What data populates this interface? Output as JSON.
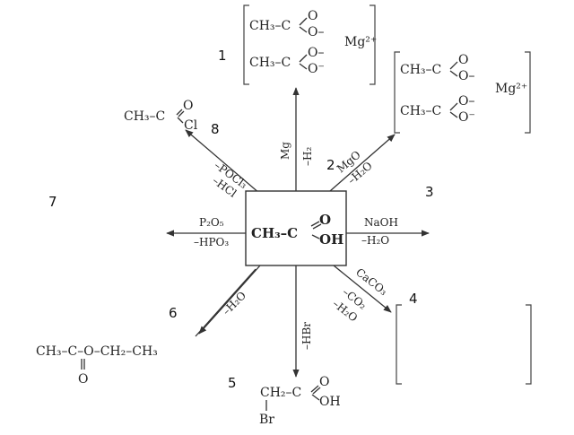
{
  "center": {
    "ch3": "CH₃–C",
    "o": "O",
    "oh": "OH"
  },
  "numbers": [
    "1",
    "2",
    "3",
    "4",
    "5",
    "6",
    "7",
    "8"
  ],
  "product1": {
    "row1_left": "CH₃–C",
    "row1_o_top": "O",
    "row1_o_bottom": "O–",
    "row2_left": "CH₃–C",
    "row2_o_top": "O–",
    "row2_o_bottom": "O⁻",
    "metal": "Mg²⁺"
  },
  "product3": {
    "row1_left": "CH₃–C",
    "row1_o_top": "O",
    "row1_o_bottom": "O–",
    "row2_left": "CH₃–C",
    "row2_o_top": "O–",
    "row2_o_bottom": "O⁻",
    "metal": "Mg²⁺"
  },
  "product8": {
    "left": "CH₃–C",
    "o": "O",
    "cl": "Cl"
  },
  "product5": {
    "top": "CH₂–C",
    "o": "O",
    "oh": "OH",
    "br": "Br"
  },
  "product6": {
    "chain": "CH₃–C–O–CH₂–CH₃",
    "o": "O"
  },
  "conditions": {
    "up_reagent": "Mg",
    "up_byproduct": "–H₂",
    "ur_reagent": "MgO",
    "ur_byproduct": "–H₂O",
    "right_reagent": "NaOH",
    "right_byproduct": "–H₂O",
    "dr_reagent": "CaCO₃",
    "dr_byproduct1": "–CO₂",
    "dr_byproduct2": "–H₂O",
    "down_reagent": "–HBr",
    "dl_byproduct": "–H₂O",
    "left_reagent": "P₂O₅",
    "left_byproduct": "–HPO₃",
    "ul_reagent": "–POCl₃",
    "ul_byproduct": "–HCl"
  }
}
